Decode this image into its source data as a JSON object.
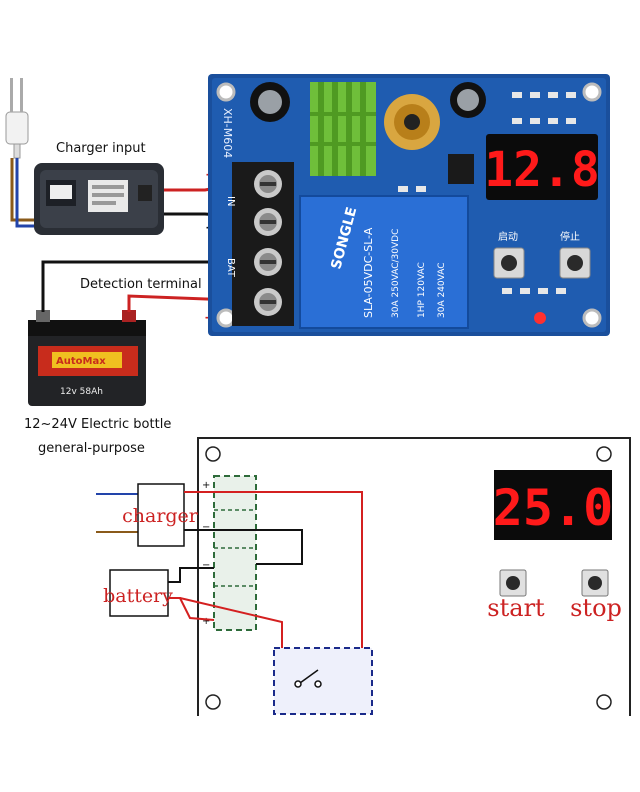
{
  "photo": {
    "charger_input_label": "Charger input",
    "detection_terminal_label": "Detection terminal",
    "battery_caption_line1": "12~24V Electric bottle",
    "battery_caption_line2": "general-purpose",
    "board_model": "XH-M604",
    "display_value": "12.8",
    "start_button_label": "启动",
    "stop_button_label": "停止",
    "terminal_in_label": "IN",
    "terminal_bat_label": "BAT",
    "plus_sign": "+",
    "minus_sign": "−",
    "relay_brand": "SONGLE",
    "relay_model": "SLA-05VDC-SL-A",
    "relay_rating_1": "30A 250VAC/30VDC",
    "relay_rating_2": "1HP 120VAC",
    "relay_rating_3": "30A 240VAC",
    "battery_rating": "12v 58Ah",
    "battery_brand": "AutoMax"
  },
  "diagram": {
    "display_value": "25.0",
    "charger_label": "charger",
    "battery_label": "battery",
    "start_label": "start",
    "stop_label": "stop",
    "plus_sign": "+",
    "minus_sign": "−"
  },
  "colors": {
    "segment_red": "#ff1a1a",
    "board_blue": "#1a4f9c",
    "relay_blue": "#2a6fd6",
    "wire_red": "#d42020",
    "wire_black": "#111111",
    "terminal_green": "#2e6b3a",
    "switch_outline": "#1a2a8a"
  }
}
